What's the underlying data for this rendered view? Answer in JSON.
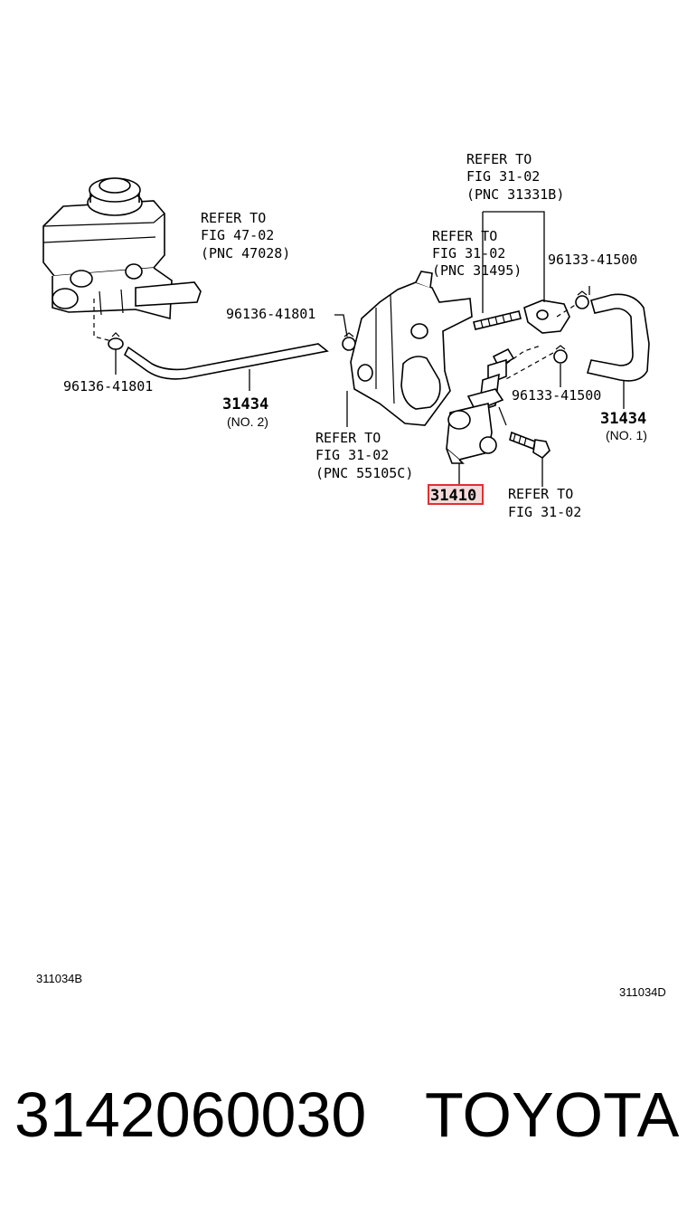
{
  "labels": {
    "refer_master_cyl": [
      "REFER TO",
      "FIG 47-02",
      "(PNC 47028)"
    ],
    "refer_31331b": [
      "REFER TO",
      "FIG 31-02",
      "(PNC 31331B)"
    ],
    "refer_31495": [
      "REFER TO",
      "FIG 31-02",
      "(PNC 31495)"
    ],
    "refer_55105c": [
      "REFER TO",
      "FIG 31-02",
      "(PNC 55105C)"
    ],
    "refer_bolt": [
      "REFER TO",
      "FIG 31-02"
    ],
    "clip_96136_a": "96136-41801",
    "clip_96136_b": "96136-41801",
    "clip_96133_a": "96133-41500",
    "clip_96133_b": "96133-41500",
    "hose_no2_part": "31434",
    "hose_no2_sub": "(NO. 2)",
    "hose_no1_part": "31434",
    "hose_no1_sub": "(NO. 1)",
    "highlighted_part": "31410",
    "code_left": "311034B",
    "code_right": "311034D"
  },
  "highlight_color": "#e03030",
  "footer": {
    "part_number": "3142060030",
    "brand": "TOYOTA"
  }
}
